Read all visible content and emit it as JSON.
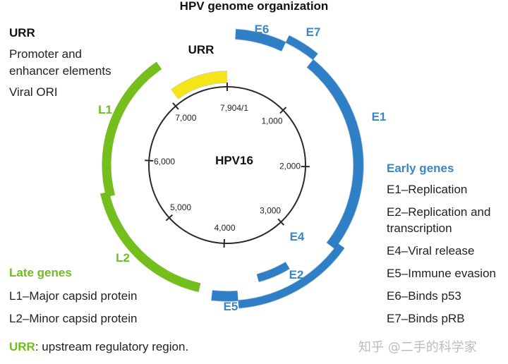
{
  "title": "HPV genome organization",
  "center_label": "HPV16",
  "urr_panel": {
    "heading": "URR",
    "lines": [
      "Promoter and",
      "enhancer elements",
      "Viral ORI"
    ]
  },
  "late_panel": {
    "heading": "Late genes",
    "items": [
      "L1–Major capsid protein",
      "L2–Minor capsid protein"
    ]
  },
  "early_panel": {
    "heading": "Early genes",
    "items": [
      "E1–Replication",
      "E2–Replication and",
      "transcription",
      "E4–Viral release",
      "E5–Immune evasion",
      "E6–Binds p53",
      "E7–Binds pRB"
    ]
  },
  "footnote": {
    "term": "URR",
    "definition": ": upstream regulatory region."
  },
  "watermark": "知乎 @二手的科学家",
  "genome": {
    "length_bp": 7904,
    "ticks": [
      {
        "position": 0,
        "label": "7,904/1"
      },
      {
        "position": 1000,
        "label": "1,000"
      },
      {
        "position": 2000,
        "label": "2,000"
      },
      {
        "position": 3000,
        "label": "3,000"
      },
      {
        "position": 4000,
        "label": "4,000"
      },
      {
        "position": 5000,
        "label": "5,000"
      },
      {
        "position": 6000,
        "label": "6,000"
      },
      {
        "position": 7000,
        "label": "7,000"
      }
    ],
    "regions": [
      {
        "name": "URR",
        "start": 7100,
        "end": 7904,
        "track": "urr",
        "color": "#f5e518"
      },
      {
        "name": "E6",
        "start": 80,
        "end": 560,
        "track": "early",
        "color": "#2f7fc6"
      },
      {
        "name": "E7",
        "start": 560,
        "end": 860,
        "track": "early-outer",
        "color": "#2f7fc6"
      },
      {
        "name": "E1",
        "start": 860,
        "end": 2810,
        "track": "early",
        "color": "#2f7fc6"
      },
      {
        "name": "E2",
        "start": 2750,
        "end": 3850,
        "track": "early-outer",
        "color": "#2f7fc6"
      },
      {
        "name": "E4",
        "start": 3270,
        "end": 3620,
        "track": "early-inner",
        "color": "#2f7fc6"
      },
      {
        "name": "E5",
        "start": 3850,
        "end": 4100,
        "track": "early",
        "color": "#2f7fc6"
      },
      {
        "name": "L2",
        "start": 4230,
        "end": 5650,
        "track": "late",
        "color": "#74bf1e"
      },
      {
        "name": "L1",
        "start": 5600,
        "end": 7150,
        "track": "late-outer",
        "color": "#74bf1e"
      }
    ]
  },
  "colors": {
    "early": "#2f7fc6",
    "late": "#74bf1e",
    "urr": "#f5e518",
    "label_early": "#3a86c4",
    "label_late": "#6fbd1f"
  }
}
